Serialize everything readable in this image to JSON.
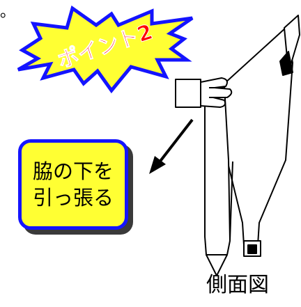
{
  "badge": {
    "text": "ポイント2",
    "fill_color": "#ffff33",
    "outline_color": "#1414ff",
    "text_color": "#ff0000"
  },
  "callout": {
    "line1": "脇の下を",
    "line2": "引っ張る",
    "fill_color": "#ffff33",
    "border_color": "#1414ff"
  },
  "caption": "側面図",
  "bullet": "。",
  "icons": {
    "arrow": "arrow-down-left-icon",
    "hand": "hand-icon",
    "garment": "garment-side-view"
  }
}
